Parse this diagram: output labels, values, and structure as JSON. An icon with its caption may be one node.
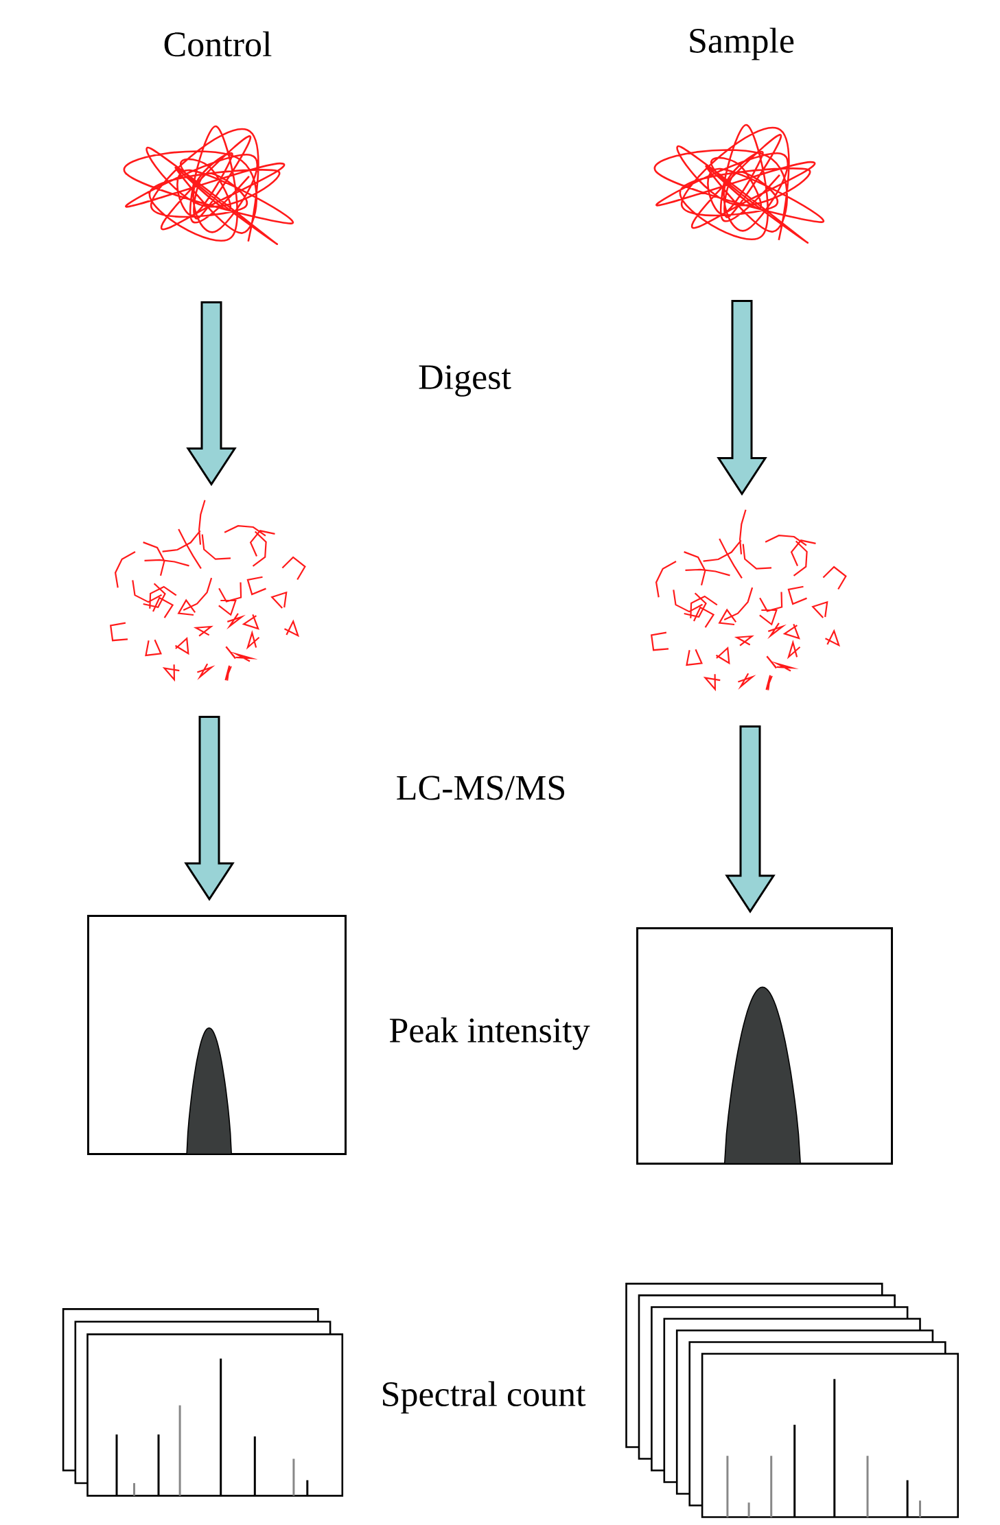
{
  "diagram": {
    "nodes": [
      {
        "text": [],
        "shape": "picture"
      },
      {
        "text": [],
        "shape": "picture"
      },
      {
        "text": [],
        "shape": "picture"
      },
      {
        "text": [],
        "shape": "picture"
      },
      {
        "text": [],
        "shape": "picture"
      },
      {
        "text": [],
        "shape": "picture"
      },
      {
        "text": [],
        "shape": "picture"
      },
      {
        "text": [],
        "shape": "picture"
      }
    ],
    "edges": [
      {
        "from": 0,
        "to": 2,
        "arrow": "to"
      },
      {
        "from": 1,
        "to": 3,
        "arrow": "to"
      },
      {
        "from": 2,
        "to": 4,
        "arrow": "to"
      },
      {
        "from": 3,
        "to": 5,
        "arrow": "to"
      }
    ],
    "labels": [
      "Control",
      "Sample",
      "Digest",
      "LC-MS/MS",
      "Peak intensity",
      "Spectral count"
    ]
  }
}
